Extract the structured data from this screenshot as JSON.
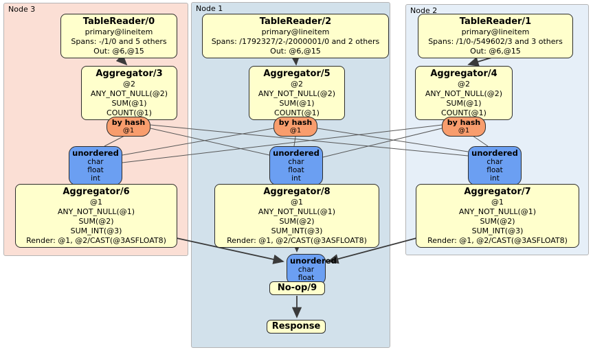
{
  "colors": {
    "node3_bg": "#fbdfd5",
    "node1_bg": "#d2e1eb",
    "node2_bg": "#e6eff8",
    "processor_fill": "#ffffcc",
    "router_fill": "#f89d6d",
    "sync_fill": "#6b9ff2"
  },
  "nodes": [
    {
      "label": "Node 3",
      "table_reader": {
        "title": "TableReader/0",
        "lines": [
          "primary@lineitem",
          "Spans: -/1/0 and 5 others",
          "Out: @6,@15"
        ]
      },
      "aggregator_top": {
        "title": "Aggregator/3",
        "lines": [
          "@2",
          "ANY_NOT_NULL(@2)",
          "SUM(@1)",
          "COUNT(@1)"
        ]
      },
      "router": {
        "title": "by hash",
        "subtitle": "@1"
      },
      "sync": {
        "title": "unordered",
        "types": [
          "char",
          "float",
          "int"
        ]
      },
      "aggregator_bottom": {
        "title": "Aggregator/6",
        "lines": [
          "@1",
          "ANY_NOT_NULL(@1)",
          "SUM(@2)",
          "SUM_INT(@3)",
          "Render: @1, @2/CAST(@3ASFLOAT8)"
        ]
      }
    },
    {
      "label": "Node 1",
      "table_reader": {
        "title": "TableReader/2",
        "lines": [
          "primary@lineitem",
          "Spans: /1792327/2-/2000001/0 and 2 others",
          "Out: @6,@15"
        ]
      },
      "aggregator_top": {
        "title": "Aggregator/5",
        "lines": [
          "@2",
          "ANY_NOT_NULL(@2)",
          "SUM(@1)",
          "COUNT(@1)"
        ]
      },
      "router": {
        "title": "by hash",
        "subtitle": "@1"
      },
      "sync": {
        "title": "unordered",
        "types": [
          "char",
          "float",
          "int"
        ]
      },
      "aggregator_bottom": {
        "title": "Aggregator/8",
        "lines": [
          "@1",
          "ANY_NOT_NULL(@1)",
          "SUM(@2)",
          "SUM_INT(@3)",
          "Render: @1, @2/CAST(@3ASFLOAT8)"
        ]
      }
    },
    {
      "label": "Node 2",
      "table_reader": {
        "title": "TableReader/1",
        "lines": [
          "primary@lineitem",
          "Spans: /1/0-/549602/3 and 3 others",
          "Out: @6,@15"
        ]
      },
      "aggregator_top": {
        "title": "Aggregator/4",
        "lines": [
          "@2",
          "ANY_NOT_NULL(@2)",
          "SUM(@1)",
          "COUNT(@1)"
        ]
      },
      "router": {
        "title": "by hash",
        "subtitle": "@1"
      },
      "sync": {
        "title": "unordered",
        "types": [
          "char",
          "float",
          "int"
        ]
      },
      "aggregator_bottom": {
        "title": "Aggregator/7",
        "lines": [
          "@1",
          "ANY_NOT_NULL(@1)",
          "SUM(@2)",
          "SUM_INT(@3)",
          "Render: @1, @2/CAST(@3ASFLOAT8)"
        ]
      }
    }
  ],
  "final": {
    "sync": {
      "title": "unordered",
      "types": [
        "char",
        "float"
      ]
    },
    "noop_label": "No-op/9",
    "response_label": "Response"
  }
}
